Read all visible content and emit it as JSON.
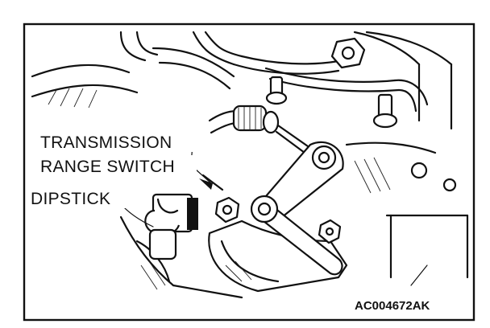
{
  "labels": {
    "transmission": "TRANSMISSION",
    "range_switch": "RANGE SWITCH",
    "dipstick": "DIPSTICK",
    "code": "AC004672AK"
  }
}
